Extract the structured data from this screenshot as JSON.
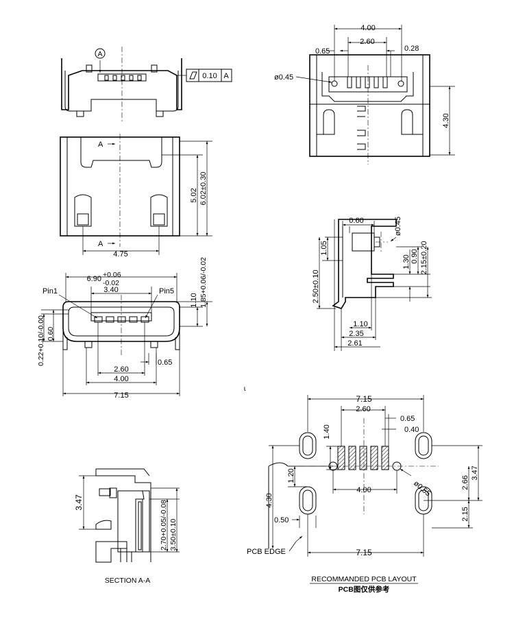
{
  "datum": {
    "circle_label": "A",
    "flatness_value": "0.10",
    "flatness_ref": "A"
  },
  "side_view": {
    "section_mark_top": "A",
    "section_mark_bottom": "A",
    "dim_width": "4.75",
    "dim_inner_height": "5.02",
    "dim_total_height": "6.02±0.30"
  },
  "front_view": {
    "pin1": "Pin1",
    "pin5": "Pin5",
    "dim_width_main": "6.90",
    "dim_width_tol_upper": "+0.06",
    "dim_width_tol_lower": "-0.02",
    "dim_opening": "3.40",
    "dim_pitch_span": "2.60",
    "dim_outer": "4.00",
    "dim_total": "7.15",
    "dim_pin_offset": "0.65",
    "dim_height_right": "1.10",
    "dim_height_tol": "1.85+0.06/-0.02",
    "dim_left_tol": "0.22+0.10/-0.00",
    "dim_left_060": "0.60"
  },
  "top_view": {
    "dim_400": "4.00",
    "dim_260": "2.60",
    "dim_065": "0.65",
    "dim_028": "0.28",
    "dim_hole": "ø0.45",
    "dim_height": "4.30"
  },
  "profile_view": {
    "dim_060": "0.60",
    "dim_045": "ø0.45",
    "dim_105": "1.05",
    "dim_250": "2.50±0.10",
    "dim_130": "1.30",
    "dim_090": "0.90",
    "dim_215": "2.15±0.20",
    "dim_110": "1.10",
    "dim_235": "2.35",
    "dim_261": "2.61"
  },
  "section": {
    "label": "SECTION A-A",
    "dim_347": "3.47",
    "dim_270": "2.70+0.05/-0.08",
    "dim_350": "3.50±0.10"
  },
  "stray_mark": "ɩ",
  "pcb_layout": {
    "dim_715_top": "7.15",
    "dim_260": "2.60",
    "dim_065": "0.65",
    "dim_040": "0.40",
    "dim_140": "1.40",
    "dim_120": "1.20",
    "dim_430": "4.30",
    "dim_050": "0.50",
    "dim_400": "4.00",
    "dim_hole": "ø0.55",
    "dim_266": "2.66",
    "dim_347": "3.47",
    "dim_215": "2.15",
    "dim_715_bottom": "7.15",
    "pcb_edge": "PCB EDGE",
    "title": "RECOMMANDED PCB LAYOUT",
    "subtitle": "PCB图仅供参考"
  }
}
